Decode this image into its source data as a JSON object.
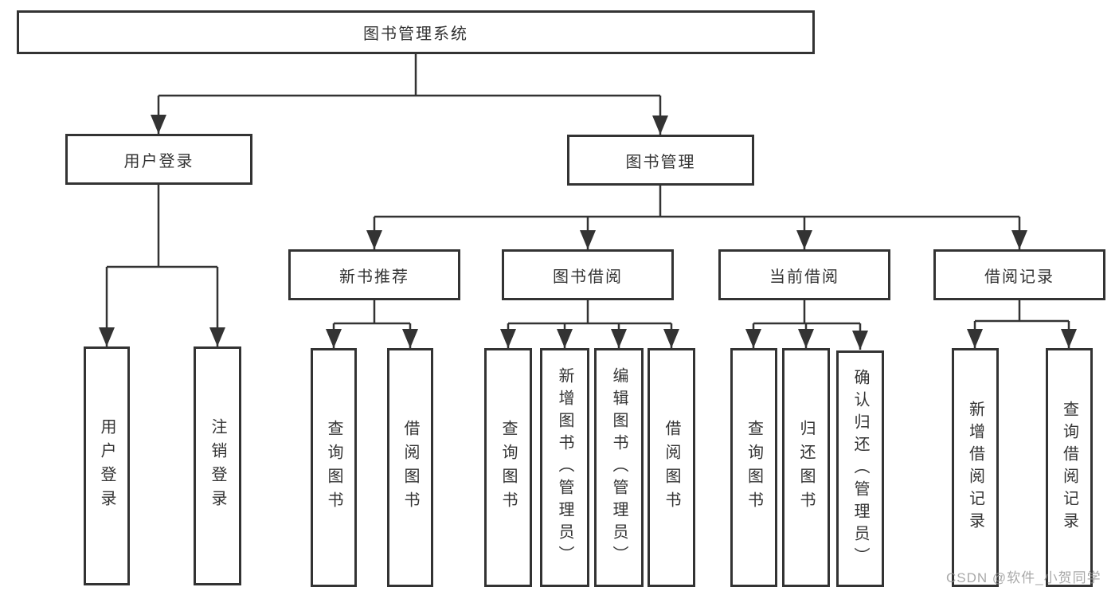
{
  "tree": {
    "root": "图书管理系统",
    "branches": [
      {
        "label": "用户登录",
        "children": [
          {
            "label": "用户登录"
          },
          {
            "label": "注销登录"
          }
        ]
      },
      {
        "label": "图书管理",
        "sections": [
          {
            "label": "新书推荐",
            "children": [
              {
                "label": "查询图书"
              },
              {
                "label": "借阅图书"
              }
            ]
          },
          {
            "label": "图书借阅",
            "children": [
              {
                "label": "查询图书"
              },
              {
                "label": "新增图书（管理员）"
              },
              {
                "label": "编辑图书（管理员）"
              },
              {
                "label": "借阅图书"
              }
            ]
          },
          {
            "label": "当前借阅",
            "children": [
              {
                "label": "查询图书"
              },
              {
                "label": "归还图书"
              },
              {
                "label": "确认归还（管理员）"
              }
            ]
          },
          {
            "label": "借阅记录",
            "children": [
              {
                "label": "新增借阅记录"
              },
              {
                "label": "查询借阅记录"
              }
            ]
          }
        ]
      }
    ]
  },
  "watermark": "CSDN @软件_小贺同学",
  "colors": {
    "line": "#333333",
    "box_border": "#333333",
    "text": "#333333",
    "watermark": "#969696",
    "background": "#ffffff"
  }
}
